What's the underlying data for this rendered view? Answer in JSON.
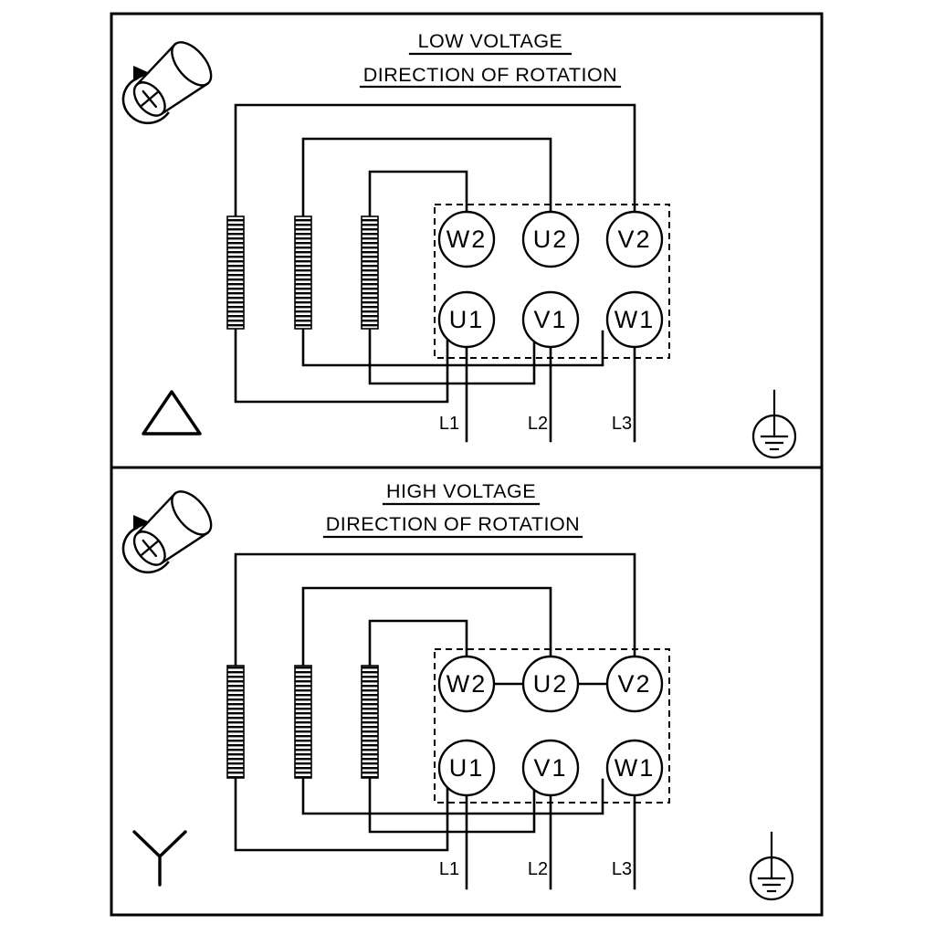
{
  "colors": {
    "ink": "#000000",
    "paper": "#ffffff"
  },
  "icons": {
    "rotation_direction": "shaft-rotation-icon",
    "earth_ground": "earth-ground-icon",
    "delta_connection": "delta-symbol",
    "star_connection": "wye-symbol"
  },
  "panels": {
    "low": {
      "title": "LOW VOLTAGE",
      "subtitle": "DIRECTION OF ROTATION",
      "connection": "delta",
      "terminals": {
        "top": [
          "W2",
          "U2",
          "V2"
        ],
        "bottom": [
          "U1",
          "V1",
          "W1"
        ]
      },
      "leads": [
        "L1",
        "L2",
        "L3"
      ]
    },
    "high": {
      "title": "HIGH VOLTAGE",
      "subtitle": "DIRECTION OF ROTATION",
      "connection": "star",
      "terminals": {
        "top": [
          "W2",
          "U2",
          "V2"
        ],
        "bottom": [
          "U1",
          "V1",
          "W1"
        ]
      },
      "leads": [
        "L1",
        "L2",
        "L3"
      ]
    }
  }
}
